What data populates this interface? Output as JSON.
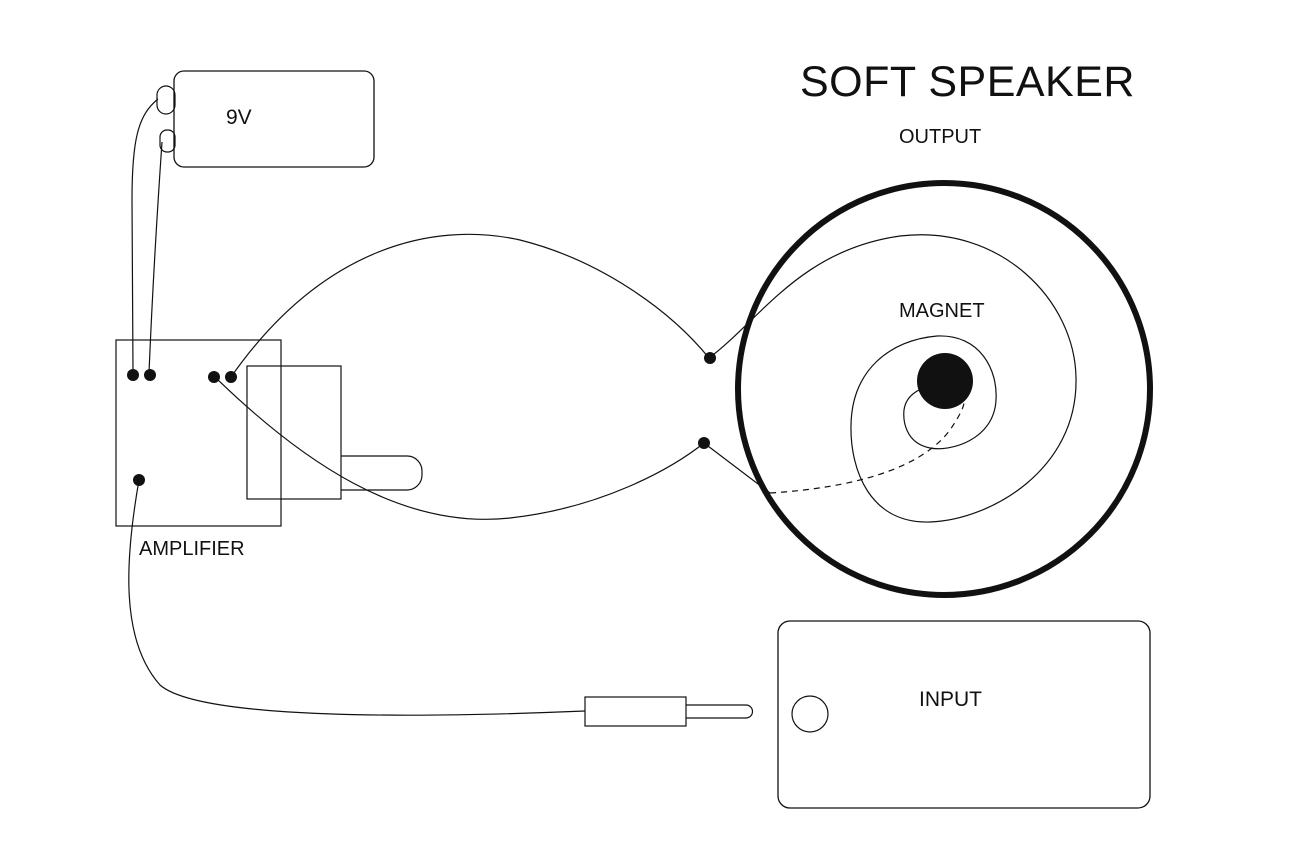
{
  "title": "SOFT SPEAKER",
  "labels": {
    "output": "OUTPUT",
    "magnet": "MAGNET",
    "battery": "9V",
    "amplifier": "AMPLIFIER",
    "input": "INPUT"
  },
  "colors": {
    "line": "#111111",
    "background": "#ffffff"
  }
}
